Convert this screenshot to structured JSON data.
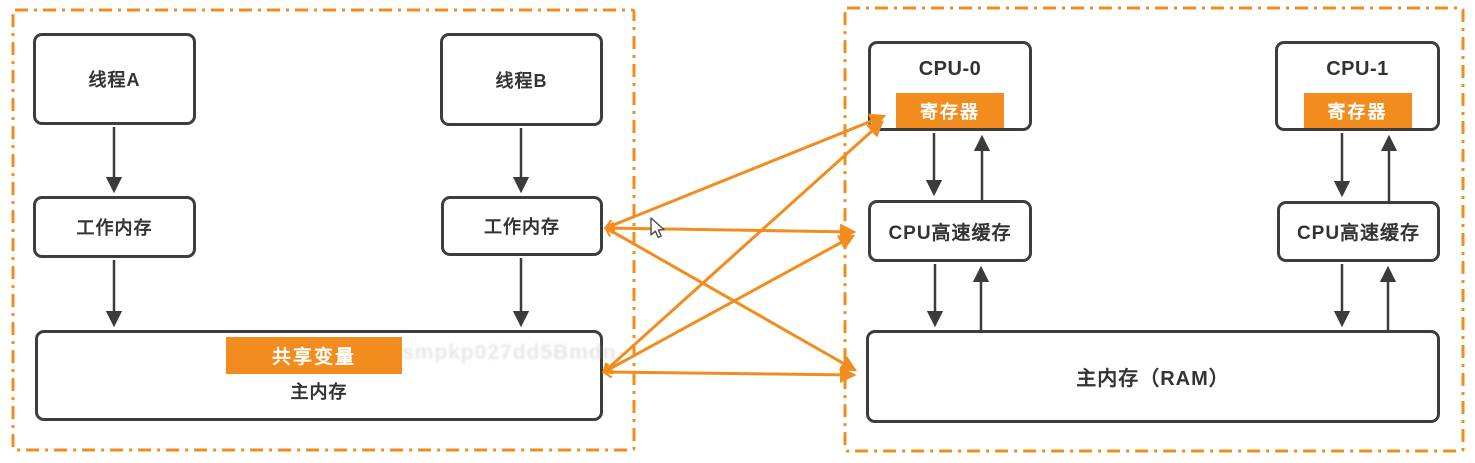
{
  "left_panel": {
    "thread_a": "线程A",
    "thread_b": "线程B",
    "working_memory_a": "工作内存",
    "working_memory_b": "工作内存",
    "shared_variable": "共享变量",
    "main_memory": "主内存",
    "watermark": "smpkp027dd5Bmdn"
  },
  "right_panel": {
    "cpu0_title": "CPU-0",
    "cpu0_register": "寄存器",
    "cpu1_title": "CPU-1",
    "cpu1_register": "寄存器",
    "cache_left": "CPU高速缓存",
    "cache_right": "CPU高速缓存",
    "ram": "主内存（RAM）"
  },
  "colors": {
    "accent_orange": "#F28C1E",
    "box_border": "#3d3d3d",
    "arrow_black": "#3b3b3b",
    "text": "#333333",
    "background": "#ffffff"
  }
}
